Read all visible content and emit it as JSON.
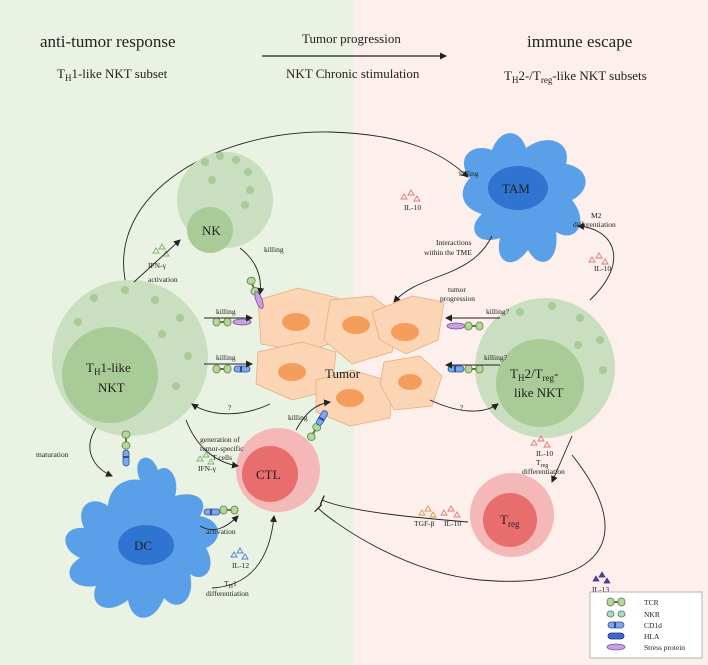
{
  "colors": {
    "left_bg": "#e9f2e3",
    "right_bg": "#fcefec",
    "nkt_outer": "#c9dfbf",
    "nkt_inner": "#a9cb97",
    "tumor_fill": "#fcd5b5",
    "tumor_nucleus": "#f59d5c",
    "ctl_outer": "#f4b8b8",
    "ctl_inner": "#e86d6d",
    "dc_outer": "#5aa0e8",
    "dc_inner": "#2f74d0"
  },
  "header": {
    "left_title": "anti-tumor response",
    "left_sub": "1-like NKT subset",
    "middle_top": "Tumor progression",
    "middle_bottom": "NKT Chronic stimulation",
    "right_title": "immune escape",
    "right_sub_a": "2-/T",
    "right_sub_b": "-like NKT subsets",
    "th_T": "T",
    "th_H": "H",
    "reg": "reg"
  },
  "cells": {
    "nk": "NK",
    "th1_nkt_a": "1-like",
    "th1_nkt_b": "NKT",
    "tumor": "Tumor",
    "tam": "TAM",
    "th2_nkt_a": "2/T",
    "th2_nkt_b": "like NKT",
    "ctl": "CTL",
    "dc": "DC",
    "treg": "T",
    "reg_sub": "reg"
  },
  "labels": {
    "killing": "killing",
    "killing_q": "killing?",
    "activation": "activation",
    "ifn_gamma": "IFN-γ",
    "il10": "IL-10",
    "il12": "IL-12",
    "il13": "IL-13",
    "tgf_beta": "TGF-β",
    "maturation": "maturation",
    "question": "?",
    "m2_a": "M2",
    "m2_b": "differentiation",
    "interactions_a": "Interactions",
    "interactions_b": "within the TME",
    "tumor_prog_a": "tumor",
    "tumor_prog_b": "progression",
    "generation_a": "generation of",
    "generation_b": "tumor-specific",
    "generation_c": "T cells",
    "th1_diff_a": "1",
    "th1_diff_b": "differentiation",
    "treg_diff_a": "differentiation",
    "dash": "-"
  },
  "legend": {
    "items": [
      "TCR",
      "NKR",
      "CD1d",
      "HLA",
      "Stress protein"
    ]
  }
}
